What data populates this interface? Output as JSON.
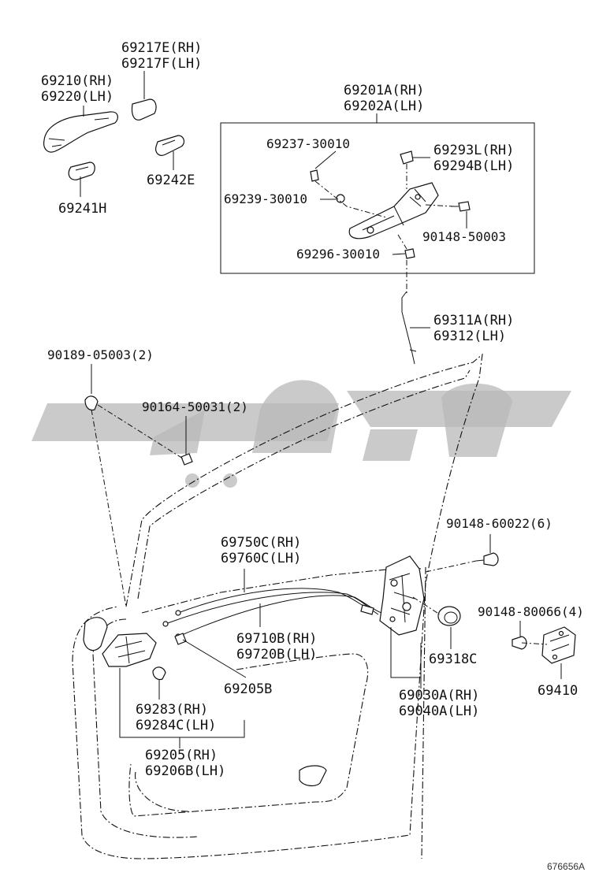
{
  "labels": {
    "p69217": [
      "69217E(RH)",
      "69217F(LH)"
    ],
    "p69210": [
      "69210(RH)",
      "69220(LH)"
    ],
    "p69241": "69241H",
    "p69242": "69242E",
    "p69201": [
      "69201A(RH)",
      "69202A(LH)"
    ],
    "p69237": "69237-30010",
    "p69293": [
      "69293L(RH)",
      "69294B(LH)"
    ],
    "p69239": "69239-30010",
    "p90148a": "90148-50003",
    "p69296": "69296-30010",
    "p69311": [
      "69311A(RH)",
      "69312(LH)"
    ],
    "p90189": "90189-05003(2)",
    "p90164": "90164-50031(2)",
    "p90148b": "90148-60022(6)",
    "p69750": [
      "69750C(RH)",
      "69760C(LH)"
    ],
    "p90148c": "90148-80066(4)",
    "p69710": [
      "69710B(RH)",
      "69720B(LH)"
    ],
    "p69318": "69318C",
    "p69410": "69410",
    "p69205b": "69205B",
    "p69030": [
      "69030A(RH)",
      "69040A(LH)"
    ],
    "p69283": [
      "69283(RH)",
      "69284C(LH)"
    ],
    "p69205": [
      "69205(RH)",
      "69206B(LH)"
    ]
  },
  "reference_code": "676656A",
  "watermark_text": "تكوين"
}
